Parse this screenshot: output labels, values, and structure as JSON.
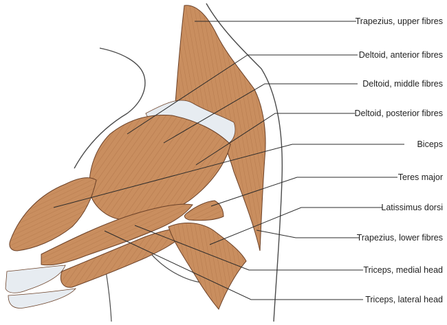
{
  "colors": {
    "muscle_fill": "#c98e5f",
    "muscle_dark": "#9a5f36",
    "tendon_fill": "#e7ecf1",
    "outline": "#6b4128",
    "leader_line": "#2b2b2b",
    "body_outline": "#4a4a4a"
  },
  "labels": [
    {
      "id": "trapezius-upper-fibres",
      "text": "Trapezius, upper fibres"
    },
    {
      "id": "deltoid-anterior-fibres",
      "text": "Deltoid, anterior fibres"
    },
    {
      "id": "deltoid-middle-fibres",
      "text": "Deltoid, middle fibres"
    },
    {
      "id": "deltoid-posterior-fibres",
      "text": "Deltoid, posterior fibres"
    },
    {
      "id": "biceps",
      "text": "Biceps"
    },
    {
      "id": "teres-major",
      "text": "Teres major"
    },
    {
      "id": "latissimus-dorsi",
      "text": "Latissimus dorsi"
    },
    {
      "id": "trapezius-lower-fibres",
      "text": "Trapezius, lower fibres"
    },
    {
      "id": "triceps-medial-head",
      "text": "Triceps, medial head"
    },
    {
      "id": "triceps-lateral-head",
      "text": "Triceps, lateral head"
    }
  ]
}
